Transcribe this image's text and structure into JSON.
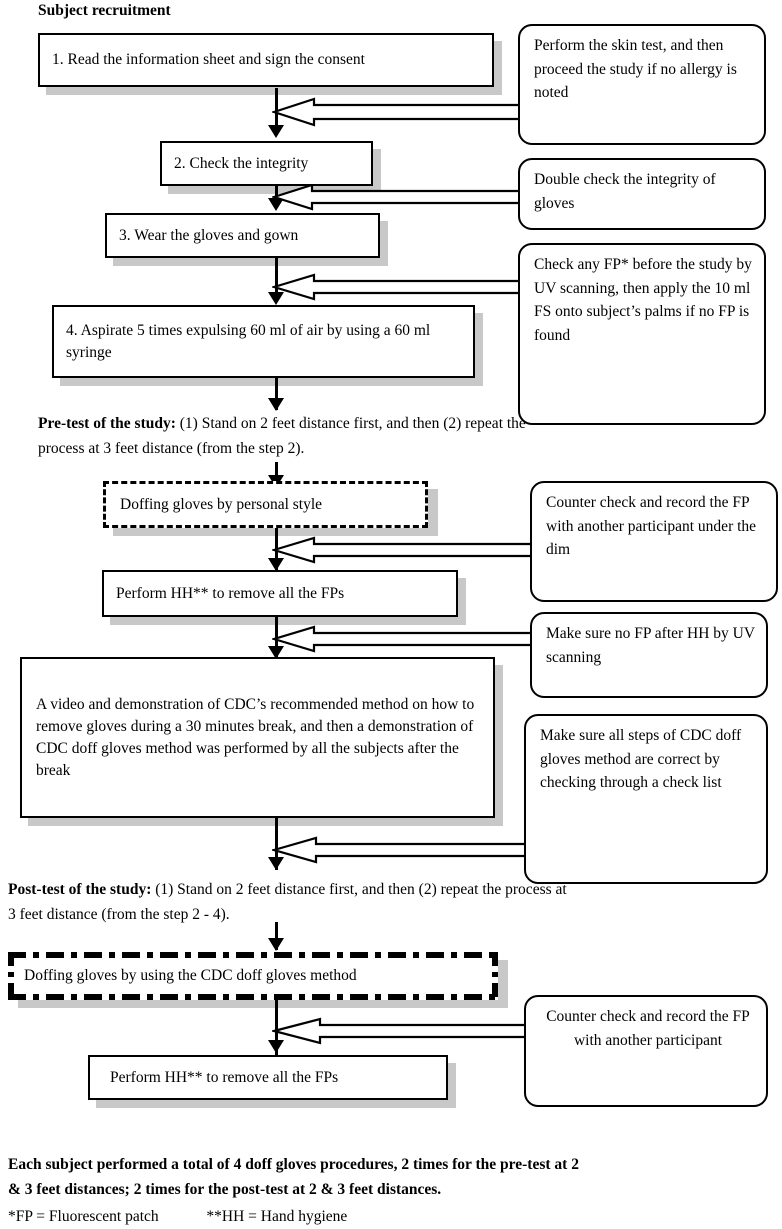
{
  "title": "Subject recruitment",
  "steps": [
    {
      "id": "step1",
      "label": "1. Read the information sheet and sign the consent"
    },
    {
      "id": "step2",
      "label": "2. Check the integrity"
    },
    {
      "id": "step3",
      "label": "3. Wear the gloves and gown"
    },
    {
      "id": "step4",
      "label": "4. Aspirate 5 times expulsing 60 ml of air by using a 60 ml syringe"
    },
    {
      "id": "doff_personal",
      "label": "Doffing gloves by personal style"
    },
    {
      "id": "hh_pre",
      "label": "Perform HH** to remove all the FPs"
    },
    {
      "id": "video_demo",
      "label": "A video and demonstration of CDC’s recommended method on how to remove gloves during a 30 minutes break, and then a demonstration of CDC doff gloves method was performed by all the subjects after the break"
    },
    {
      "id": "doff_cdc",
      "label": "Doffing gloves by using the CDC doff gloves method"
    },
    {
      "id": "hh_post",
      "label": "Perform HH** to remove all the FPs"
    }
  ],
  "callouts": [
    {
      "id": "callout_skin_test",
      "label": "Perform the skin test, and then proceed the study if no allergy is noted"
    },
    {
      "id": "callout_double_check",
      "label": "Double check the integrity of gloves"
    },
    {
      "id": "callout_fp_uv",
      "label": "Check any FP* before the study by UV scanning, then apply the 10 ml FS onto subject’s palms if no FP is found"
    },
    {
      "id": "callout_counter_check_dim",
      "label": "Counter check and record the FP with another participant under the dim"
    },
    {
      "id": "callout_no_fp_after_hh",
      "label": "Make sure no FP after HH by UV scanning"
    },
    {
      "id": "callout_check_list",
      "label": "Make sure all steps of CDC doff gloves method are correct by checking through a check list"
    },
    {
      "id": "callout_counter_check",
      "label": "Counter check and record the FP with another participant"
    }
  ],
  "notes": {
    "pretest_bold": "Pre-test of the study:",
    "pretest_rest": " (1) Stand on 2 feet distance first, and then (2) repeat the process at 3 feet distance (from the step 2).",
    "posttest_bold": "Post-test of the study:",
    "posttest_rest": " (1) Stand on 2 feet distance first, and then (2) repeat the process at 3 feet distance (from the step 2 - 4)."
  },
  "footer": {
    "line1": "Each subject performed a total of 4 doff gloves procedures, 2 times for the pre-test at 2",
    "line2": "& 3 feet distances; 2 times for the post-test at 2 & 3 feet distances.",
    "legend_fp": "*FP = Fluorescent patch",
    "legend_hh": "**HH = Hand hygiene"
  },
  "colors": {
    "stroke": "#000000",
    "shadow": "#c8c8c8",
    "background": "#ffffff"
  }
}
